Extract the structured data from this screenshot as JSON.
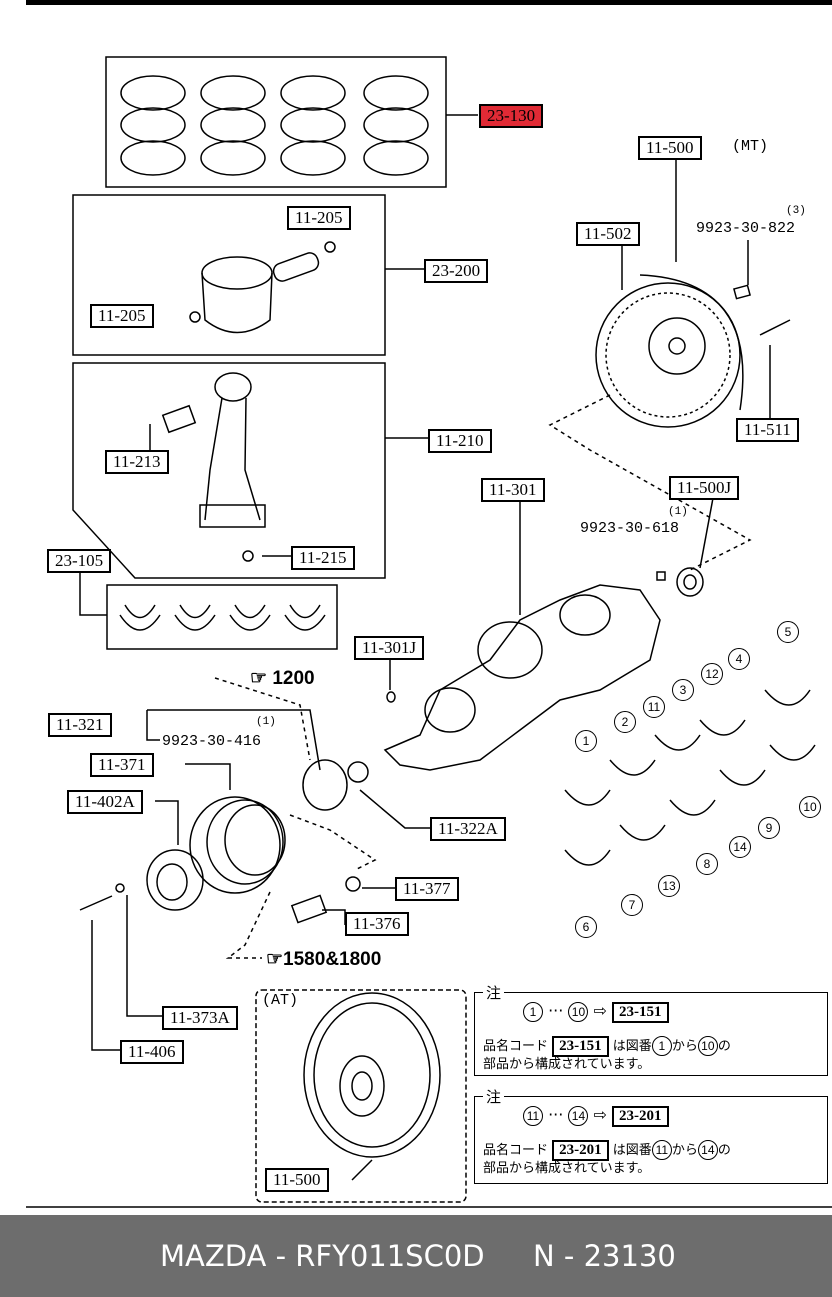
{
  "diagram": {
    "part_codes": {
      "c23_130": "23-130",
      "c11_500_mt": "11-500",
      "mt_label": "(MT)",
      "c11_205_a": "11-205",
      "c23_200": "23-200",
      "c11_205_b": "11-205",
      "c11_502": "11-502",
      "c11_511": "11-511",
      "c11_210": "11-210",
      "c11_213": "11-213",
      "c11_215": "11-215",
      "c11_301": "11-301",
      "c11_500j": "11-500J",
      "c23_105": "23-105",
      "c11_301j": "11-301J",
      "c11_321": "11-321",
      "c11_371": "11-371",
      "c11_402a": "11-402A",
      "c11_322a": "11-322A",
      "c11_377": "11-377",
      "c11_376": "11-376",
      "c11_373a": "11-373A",
      "c11_406": "11-406",
      "c11_500_at": "11-500",
      "at_label": "(AT)"
    },
    "part_numbers": {
      "p9923_822": "9923-30-822",
      "q822": "(3)",
      "p9923_618": "9923-30-618",
      "q618": "(1)",
      "p9923_416": "9923-30-416",
      "q416": "(1)"
    },
    "refs": {
      "r1200": "1200",
      "r1580": "1580&1800"
    },
    "circled": [
      "1",
      "2",
      "3",
      "4",
      "5",
      "6",
      "7",
      "8",
      "9",
      "10",
      "11",
      "12",
      "13",
      "14"
    ],
    "note1": {
      "head": "注",
      "range_start": "1",
      "dots": "···",
      "range_end": "10",
      "arrow": "⇨",
      "code": "23-151",
      "line2_a": "品名コード",
      "line2_code": "23-151",
      "line2_b": "は図番",
      "line2_c": "から",
      "line2_d": "の",
      "line3": "部品から構成されています。"
    },
    "note2": {
      "head": "注",
      "range_start": "11",
      "dots": "···",
      "range_end": "14",
      "arrow": "⇨",
      "code": "23-201",
      "line2_a": "品名コード",
      "line2_code": "23-201",
      "line2_b": "は図番",
      "line2_c": "から",
      "line2_d": "の",
      "line3": "部品から構成されています。"
    }
  },
  "footer": {
    "brand_part": "MAZDA - RFY011SC0D",
    "ref": "N - 23130"
  },
  "colors": {
    "highlight": "#e02a35",
    "footer_bg": "#6d6d6d"
  }
}
